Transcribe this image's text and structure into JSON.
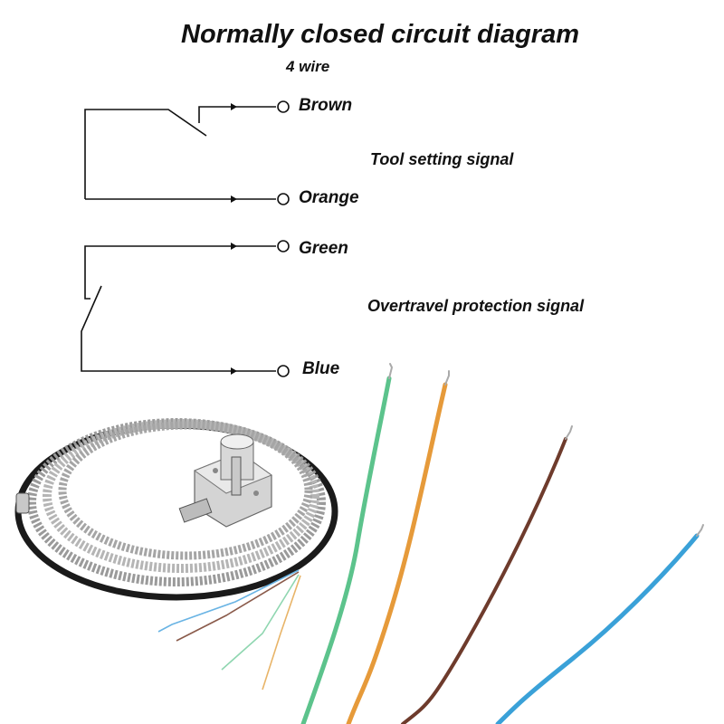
{
  "title": "Normally closed circuit diagram",
  "subtitle": "4 wire",
  "terminals": {
    "brown": "Brown",
    "orange": "Orange",
    "green": "Green",
    "blue": "Blue"
  },
  "signals": {
    "tool_setting": "Tool setting signal",
    "overtravel": "Overtravel protection signal"
  },
  "wire_colors": {
    "brown": "#6e3b2c",
    "orange": "#e69a3a",
    "green": "#5cc38c",
    "blue": "#3aa1d8"
  }
}
